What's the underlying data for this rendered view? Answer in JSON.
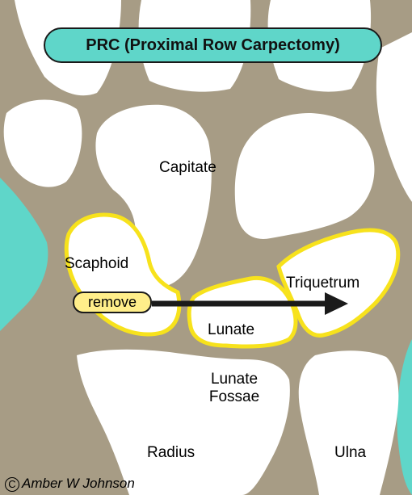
{
  "title": "PRC (Proximal Row Carpectomy)",
  "labels": {
    "capitate": "Capitate",
    "scaphoid": "Scaphoid",
    "triquetrum": "Triquetrum",
    "lunate": "Lunate",
    "lunate_fossae_line1": "Lunate",
    "lunate_fossae_line2": "Fossae",
    "radius": "Radius",
    "ulna": "Ulna"
  },
  "remove_tag": "remove",
  "copyright_symbol": "C",
  "copyright_name": "Amber W Johnson",
  "colors": {
    "background_tissue": "#a79c85",
    "bone": "#ffffff",
    "highlight_outline": "#f7e21c",
    "title_fill": "#5fd6c9",
    "soft_tissue": "#5fd6c9",
    "remove_fill": "#ffee8a",
    "arrow": "#1a1a1a"
  }
}
